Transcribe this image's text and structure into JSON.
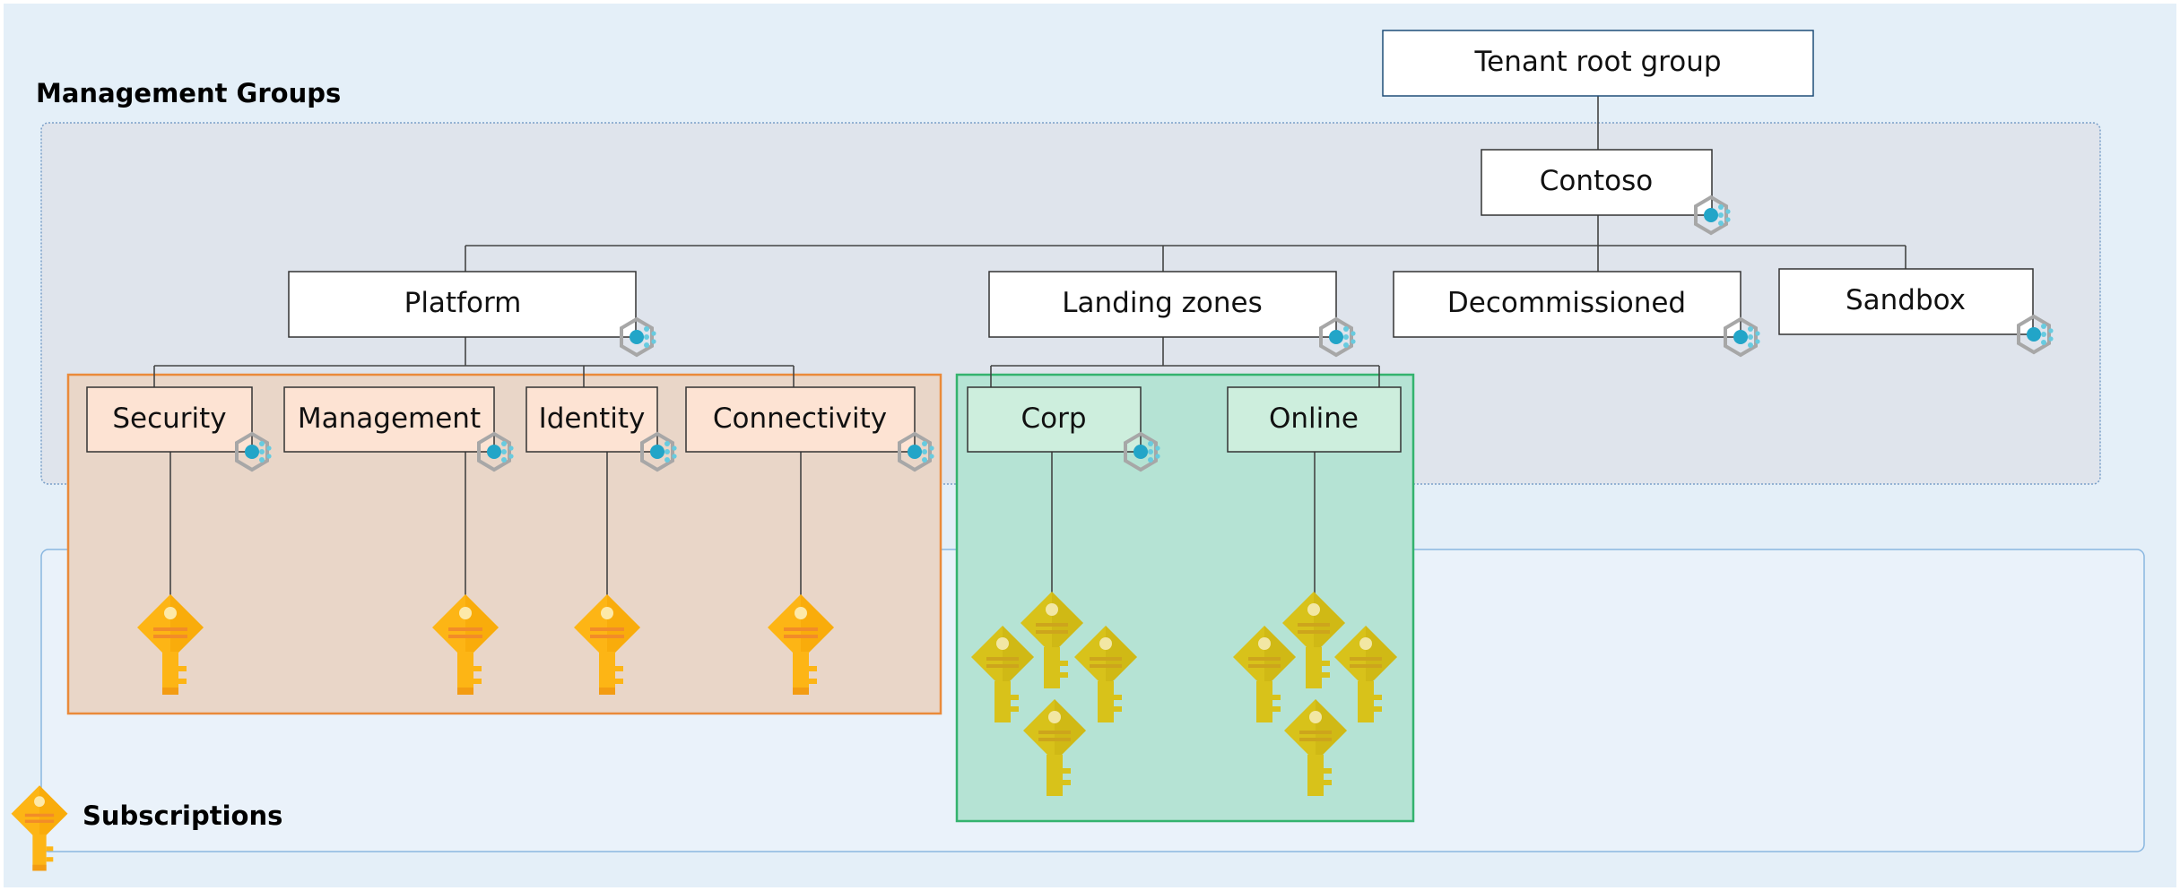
{
  "sections": {
    "management_groups": "Management Groups",
    "subscriptions": "Subscriptions"
  },
  "nodes": {
    "tenant_root": "Tenant root group",
    "contoso": "Contoso",
    "platform": "Platform",
    "landing_zones": "Landing zones",
    "decommissioned": "Decommissioned",
    "sandbox": "Sandbox",
    "security": "Security",
    "management": "Management",
    "identity": "Identity",
    "connectivity": "Connectivity",
    "corp": "Corp",
    "online": "Online"
  },
  "colors": {
    "background": "#e4eff8",
    "mg_panel": "#dfe4ec",
    "sub_panel": "#eaf2fa",
    "platform_fill": "#e9d6c8",
    "platform_border": "#ea8a3a",
    "platform_node": "#fde3d3",
    "landing_fill": "#b5e3d4",
    "landing_border": "#34b36e",
    "landing_node": "#cdeedd",
    "key_orange": "#fdb515",
    "key_yellow": "#d9c21e",
    "icon_teal": "#21a6c6"
  },
  "icons": {
    "mg_icon": "management-group-icon",
    "sub_icon": "subscription-key-icon"
  }
}
